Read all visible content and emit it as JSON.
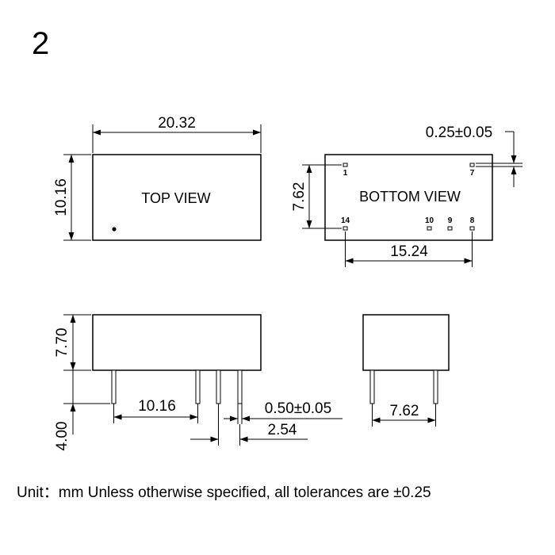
{
  "figure_number": "2",
  "views": {
    "top": {
      "label": "TOP VIEW"
    },
    "bottom": {
      "label": "BOTTOM VIEW",
      "pins": [
        "1",
        "7",
        "14",
        "10",
        "9",
        "8"
      ]
    }
  },
  "dimensions": {
    "length": "20.32",
    "width": "10.16",
    "pin_row_spacing": "7.62",
    "pin_span": "15.24",
    "pin_thickness": "0.25±0.05",
    "height": "7.70",
    "pin_length": "4.00",
    "pin_spacing_10": "10.16",
    "pin_width": "0.50±0.05",
    "pin_pitch": "2.54",
    "side_pin_spacing": "7.62"
  },
  "note": "Unit：mm Unless otherwise specified, all tolerances are ±0.25"
}
